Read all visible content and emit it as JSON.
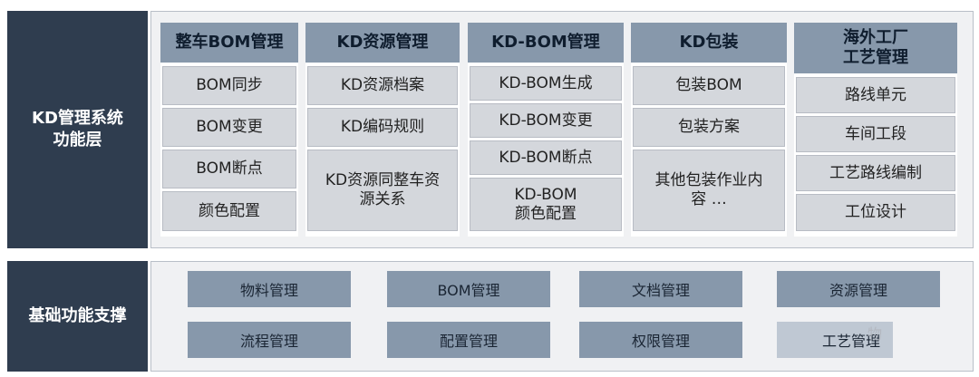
{
  "layers": {
    "top_label": "KD管理系统\n功能层",
    "bottom_label": "基础功能支撑"
  },
  "columns": [
    {
      "header": "整车BOM管理",
      "items": [
        "BOM同步",
        "BOM变更",
        "BOM断点",
        "颜色配置"
      ]
    },
    {
      "header": "KD资源管理",
      "items": [
        "KD资源档案",
        "KD编码规则",
        "KD资源同整车资\n源关系"
      ]
    },
    {
      "header": "KD-BOM管理",
      "items": [
        "KD-BOM生成",
        "KD-BOM变更",
        "KD-BOM断点",
        "KD-BOM\n颜色配置"
      ]
    },
    {
      "header": "KD包装",
      "items": [
        "包装BOM",
        "包装方案",
        "其他包装作业内\n容 …"
      ]
    },
    {
      "header": "海外工厂\n工艺管理",
      "items": [
        "路线单元",
        "车间工段",
        "工艺路线编制",
        "工位设计"
      ]
    }
  ],
  "base_functions": {
    "row1": [
      "物料管理",
      "BOM管理",
      "文档管理",
      "资源管理"
    ],
    "row2": [
      "流程管理",
      "配置管理",
      "权限管理",
      "工艺管理"
    ]
  },
  "watermark": "物"
}
